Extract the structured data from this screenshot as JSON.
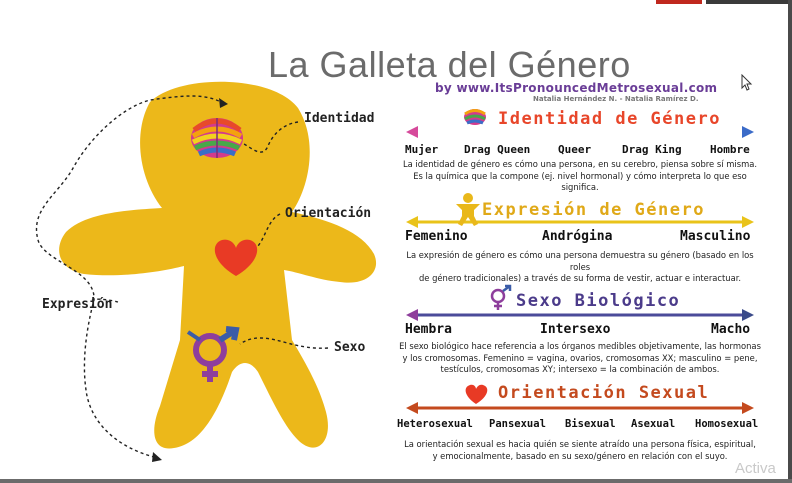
{
  "title": "La Galleta del Género",
  "byline": "by www.ItsPronouncedMetrosexual.com",
  "authors": "Natalia Hernández N. - Natalia Ramírez D.",
  "callouts": {
    "identidad": "Identidad",
    "orientacion": "Orientación",
    "expresion": "Expresión",
    "sexo": "Sexo"
  },
  "sections": {
    "identidad": {
      "title": "Identidad de Género",
      "scale": [
        "Mujer",
        "Drag Queen",
        "Queer",
        "Drag King",
        "Hombre"
      ],
      "desc_1": "La identidad de género es cómo una persona, en su cerebro, piensa sobre sí misma.",
      "desc_2": "Es la química que la compone (ej. nivel hormonal) y cómo interpreta lo que eso significa."
    },
    "expresion": {
      "title": "Expresión de Género",
      "scale": [
        "Femenino",
        "Andrógina",
        "Masculino"
      ],
      "desc_1": "La expresión de género es cómo una persona demuestra su género (basado en los roles",
      "desc_2": "de género tradicionales) a través de su forma de vestir, actuar e interactuar."
    },
    "sexo": {
      "title": "Sexo Biológico",
      "scale": [
        "Hembra",
        "Intersexo",
        "Macho"
      ],
      "desc_1": "El sexo biológico hace referencia a los órganos medibles objetivamente, las hormonas",
      "desc_2": "y los cromosomas. Femenino = vagina, ovarios, cromosomas XX; masculino = pene,",
      "desc_3": "testículos, cromosomas XY; intersexo = la combinación de ambos."
    },
    "orientacion": {
      "title": "Orientación Sexual",
      "scale": [
        "Heterosexual",
        "Pansexual",
        "Bisexual",
        "Asexual",
        "Homosexual"
      ],
      "desc_1": "La orientación sexual es hacia quién se siente atraído una persona física, espiritual,",
      "desc_2": "y emocionalmente, basado en su sexo/género en relación con el suyo."
    }
  },
  "watermark": "Activa",
  "colors": {
    "cookie": "#ecb81a",
    "identidad_arrow": "#d64a9b",
    "expresion": "#e9c31a",
    "sexo": "#4b4b9a",
    "orientacion": "#c44a1e",
    "heart": "#e83a25"
  },
  "icons": [
    "brain-icon",
    "heart-icon",
    "gender-symbol-icon",
    "person-icon",
    "cursor-icon"
  ]
}
